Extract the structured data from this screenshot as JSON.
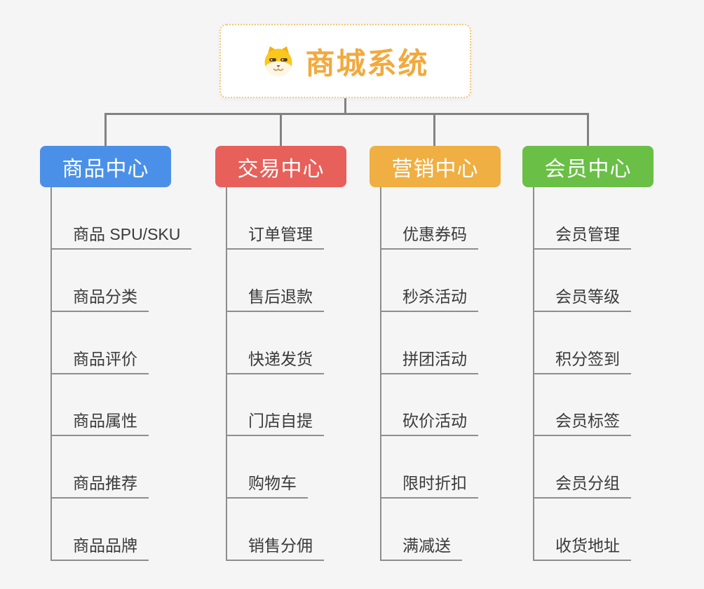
{
  "page": {
    "background": "#F5F5F6"
  },
  "root": {
    "title": "商城系统",
    "icon": "shiba-dog-icon",
    "title_color": "#F2A93E",
    "border_color": "#F6C476"
  },
  "style": {
    "connector_color": "#828282",
    "branch_line_color": "#8E8E8E",
    "item_text_color": "#3A3A3A",
    "header_text_color": "#FFFFFF"
  },
  "branches": [
    {
      "label": "商品中心",
      "color": "#4B90E8",
      "items": [
        "商品 SPU/SKU",
        "商品分类",
        "商品评价",
        "商品属性",
        "商品推荐",
        "商品品牌"
      ]
    },
    {
      "label": "交易中心",
      "color": "#E7605A",
      "items": [
        "订单管理",
        "售后退款",
        "快递发货",
        "门店自提",
        "购物车",
        "销售分佣"
      ]
    },
    {
      "label": "营销中心",
      "color": "#EFAF42",
      "items": [
        "优惠券码",
        "秒杀活动",
        "拼团活动",
        "砍价活动",
        "限时折扣",
        "满减送"
      ]
    },
    {
      "label": "会员中心",
      "color": "#6ABF46",
      "items": [
        "会员管理",
        "会员等级",
        "积分签到",
        "会员标签",
        "会员分组",
        "收货地址"
      ]
    }
  ]
}
